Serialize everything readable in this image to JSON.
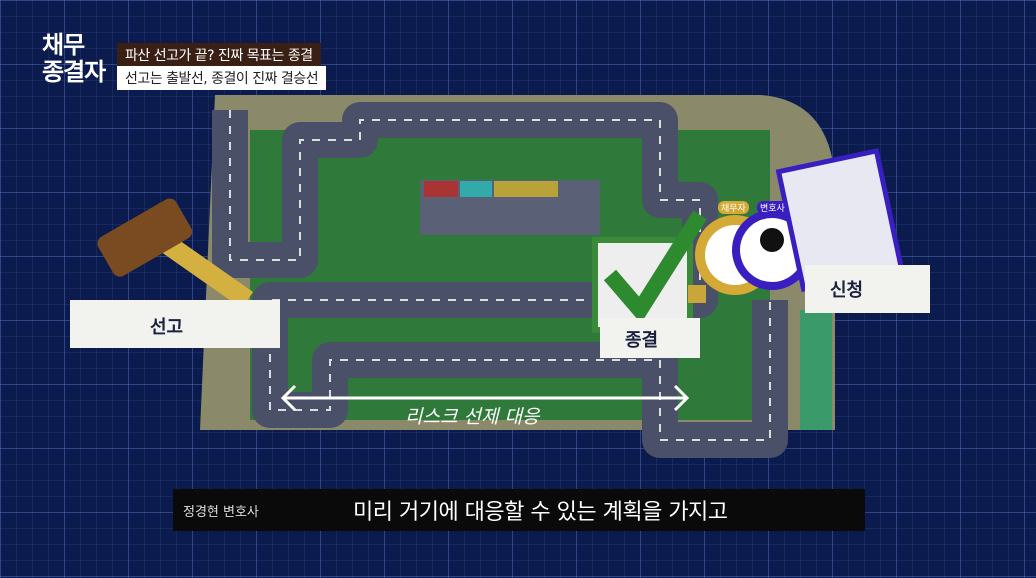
{
  "logo": {
    "line1": "채무",
    "line2": "종결자"
  },
  "headline": {
    "top": "파산 선고가 끝? 진짜 목표는 종결",
    "bottom": "선고는 출발선, 종결이 진짜 결승선"
  },
  "illustration": {
    "start_label": "선고",
    "end_label": "종결",
    "apply_label": "신청",
    "risk_label": "리스크 선제 대응",
    "badge_debtor": "채무자",
    "badge_lawyer": "변호사"
  },
  "subtitle": {
    "speaker": "정경현 변호사",
    "text": "미리 거기에 대응할 수 있는 계획을 가지고"
  },
  "colors": {
    "background": "#0c1b4d",
    "track": "#4a5068",
    "grass": "#2f7a3a",
    "lawyer": "#3a1fc0",
    "debtor": "#d4a935"
  }
}
